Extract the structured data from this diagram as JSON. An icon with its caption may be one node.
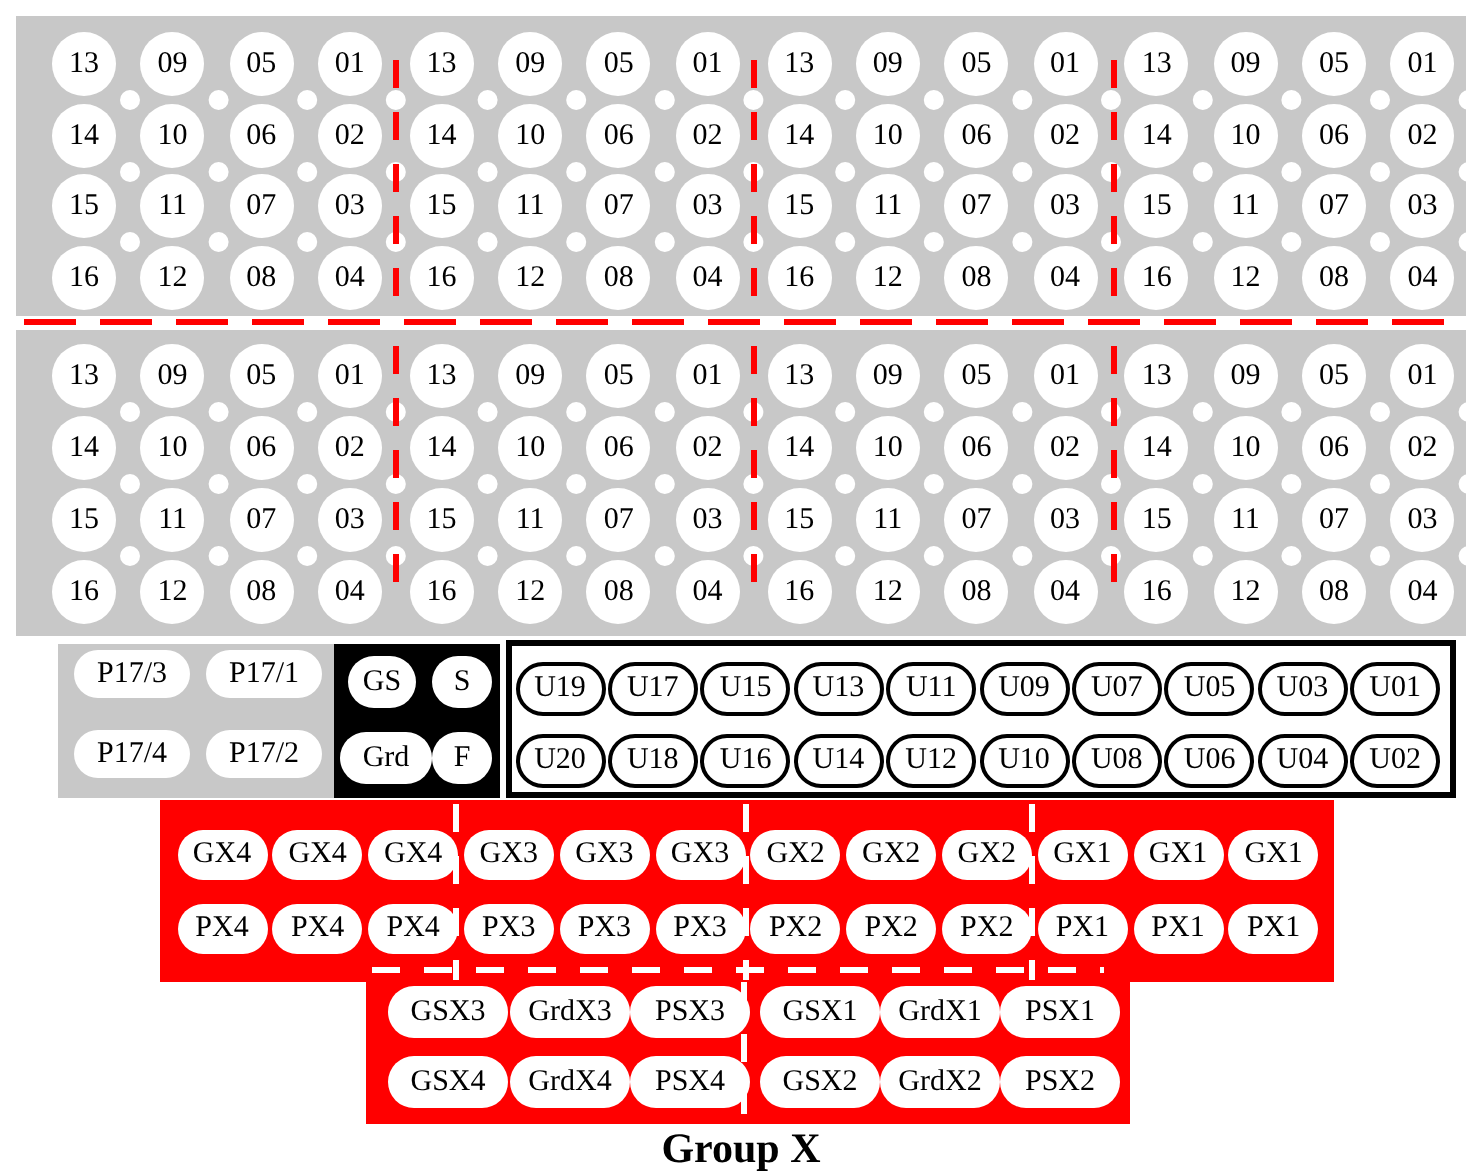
{
  "diagram": {
    "caption": "Group X",
    "nodes": [
      {
        "text": [],
        "shape": "box"
      },
      {
        "text": [
          "13"
        ],
        "in": 0
      },
      {
        "text": [
          "09"
        ],
        "in": 0
      },
      {
        "text": [
          "05"
        ],
        "in": 0
      },
      {
        "text": [
          "01"
        ],
        "in": 0
      },
      {
        "text": [
          "13"
        ],
        "in": 0
      },
      {
        "text": [
          "09"
        ],
        "in": 0
      },
      {
        "text": [
          "05"
        ],
        "in": 0
      },
      {
        "text": [
          "01"
        ],
        "in": 0
      },
      {
        "text": [
          "13"
        ],
        "in": 0
      },
      {
        "text": [
          "09"
        ],
        "in": 0
      },
      {
        "text": [
          "05"
        ],
        "in": 0
      },
      {
        "text": [
          "01"
        ],
        "in": 0
      },
      {
        "text": [
          "13"
        ],
        "in": 0
      },
      {
        "text": [
          "09"
        ],
        "in": 0
      },
      {
        "text": [
          "05"
        ],
        "in": 0
      },
      {
        "text": [
          "01"
        ],
        "in": 0
      },
      {
        "text": [
          "14"
        ],
        "in": 0
      },
      {
        "text": [
          "10"
        ],
        "in": 0
      },
      {
        "text": [
          "06"
        ],
        "in": 0
      },
      {
        "text": [
          "02"
        ],
        "in": 0
      },
      {
        "text": [
          "14"
        ],
        "in": 0
      },
      {
        "text": [
          "10"
        ],
        "in": 0
      },
      {
        "text": [
          "06"
        ],
        "in": 0
      },
      {
        "text": [
          "02"
        ],
        "in": 0
      },
      {
        "text": [
          "14"
        ],
        "in": 0
      },
      {
        "text": [
          "10"
        ],
        "in": 0
      },
      {
        "text": [
          "06"
        ],
        "in": 0
      },
      {
        "text": [
          "02"
        ],
        "in": 0
      },
      {
        "text": [
          "14"
        ],
        "in": 0
      },
      {
        "text": [
          "10"
        ],
        "in": 0
      },
      {
        "text": [
          "06"
        ],
        "in": 0
      },
      {
        "text": [
          "02"
        ],
        "in": 0
      },
      {
        "text": [
          "15"
        ],
        "in": 0
      },
      {
        "text": [
          "11"
        ],
        "in": 0
      },
      {
        "text": [
          "07"
        ],
        "in": 0
      },
      {
        "text": [
          "03"
        ],
        "in": 0
      },
      {
        "text": [
          "15"
        ],
        "in": 0
      },
      {
        "text": [
          "11"
        ],
        "in": 0
      },
      {
        "text": [
          "07"
        ],
        "in": 0
      },
      {
        "text": [
          "03"
        ],
        "in": 0
      },
      {
        "text": [
          "15"
        ],
        "in": 0
      },
      {
        "text": [
          "11"
        ],
        "in": 0
      },
      {
        "text": [
          "07"
        ],
        "in": 0
      },
      {
        "text": [
          "03"
        ],
        "in": 0
      },
      {
        "text": [
          "15"
        ],
        "in": 0
      },
      {
        "text": [
          "11"
        ],
        "in": 0
      },
      {
        "text": [
          "07"
        ],
        "in": 0
      },
      {
        "text": [
          "03"
        ],
        "in": 0
      },
      {
        "text": [
          "16"
        ],
        "in": 0
      },
      {
        "text": [
          "12"
        ],
        "in": 0
      },
      {
        "text": [
          "08"
        ],
        "in": 0
      },
      {
        "text": [
          "04"
        ],
        "in": 0
      },
      {
        "text": [
          "16"
        ],
        "in": 0
      },
      {
        "text": [
          "12"
        ],
        "in": 0
      },
      {
        "text": [
          "08"
        ],
        "in": 0
      },
      {
        "text": [
          "04"
        ],
        "in": 0
      },
      {
        "text": [
          "16"
        ],
        "in": 0
      },
      {
        "text": [
          "12"
        ],
        "in": 0
      },
      {
        "text": [
          "08"
        ],
        "in": 0
      },
      {
        "text": [
          "04"
        ],
        "in": 0
      },
      {
        "text": [
          "16"
        ],
        "in": 0
      },
      {
        "text": [
          "12"
        ],
        "in": 0
      },
      {
        "text": [
          "08"
        ],
        "in": 0
      },
      {
        "text": [
          "04"
        ],
        "in": 0
      },
      {
        "text": [],
        "shape": "box"
      },
      {
        "text": [
          "13"
        ],
        "in": 65
      },
      {
        "text": [
          "09"
        ],
        "in": 65
      },
      {
        "text": [
          "05"
        ],
        "in": 65
      },
      {
        "text": [
          "01"
        ],
        "in": 65
      },
      {
        "text": [
          "13"
        ],
        "in": 65
      },
      {
        "text": [
          "09"
        ],
        "in": 65
      },
      {
        "text": [
          "05"
        ],
        "in": 65
      },
      {
        "text": [
          "01"
        ],
        "in": 65
      },
      {
        "text": [
          "13"
        ],
        "in": 65
      },
      {
        "text": [
          "09"
        ],
        "in": 65
      },
      {
        "text": [
          "05"
        ],
        "in": 65
      },
      {
        "text": [
          "01"
        ],
        "in": 65
      },
      {
        "text": [
          "13"
        ],
        "in": 65
      },
      {
        "text": [
          "09"
        ],
        "in": 65
      },
      {
        "text": [
          "05"
        ],
        "in": 65
      },
      {
        "text": [
          "01"
        ],
        "in": 65
      },
      {
        "text": [
          "14"
        ],
        "in": 65
      },
      {
        "text": [
          "10"
        ],
        "in": 65
      },
      {
        "text": [
          "06"
        ],
        "in": 65
      },
      {
        "text": [
          "02"
        ],
        "in": 65
      },
      {
        "text": [
          "14"
        ],
        "in": 65
      },
      {
        "text": [
          "10"
        ],
        "in": 65
      },
      {
        "text": [
          "06"
        ],
        "in": 65
      },
      {
        "text": [
          "02"
        ],
        "in": 65
      },
      {
        "text": [
          "14"
        ],
        "in": 65
      },
      {
        "text": [
          "10"
        ],
        "in": 65
      },
      {
        "text": [
          "06"
        ],
        "in": 65
      },
      {
        "text": [
          "02"
        ],
        "in": 65
      },
      {
        "text": [
          "14"
        ],
        "in": 65
      },
      {
        "text": [
          "10"
        ],
        "in": 65
      },
      {
        "text": [
          "06"
        ],
        "in": 65
      },
      {
        "text": [
          "02"
        ],
        "in": 65
      },
      {
        "text": [
          "15"
        ],
        "in": 65
      },
      {
        "text": [
          "11"
        ],
        "in": 65
      },
      {
        "text": [
          "07"
        ],
        "in": 65
      },
      {
        "text": [
          "03"
        ],
        "in": 65
      },
      {
        "text": [
          "15"
        ],
        "in": 65
      },
      {
        "text": [
          "11"
        ],
        "in": 65
      },
      {
        "text": [
          "07"
        ],
        "in": 65
      },
      {
        "text": [
          "03"
        ],
        "in": 65
      },
      {
        "text": [
          "15"
        ],
        "in": 65
      },
      {
        "text": [
          "11"
        ],
        "in": 65
      },
      {
        "text": [
          "07"
        ],
        "in": 65
      },
      {
        "text": [
          "03"
        ],
        "in": 65
      },
      {
        "text": [
          "15"
        ],
        "in": 65
      },
      {
        "text": [
          "11"
        ],
        "in": 65
      },
      {
        "text": [
          "07"
        ],
        "in": 65
      },
      {
        "text": [
          "03"
        ],
        "in": 65
      },
      {
        "text": [
          "16"
        ],
        "in": 65
      },
      {
        "text": [
          "12"
        ],
        "in": 65
      },
      {
        "text": [
          "08"
        ],
        "in": 65
      },
      {
        "text": [
          "04"
        ],
        "in": 65
      },
      {
        "text": [
          "16"
        ],
        "in": 65
      },
      {
        "text": [
          "12"
        ],
        "in": 65
      },
      {
        "text": [
          "08"
        ],
        "in": 65
      },
      {
        "text": [
          "04"
        ],
        "in": 65
      },
      {
        "text": [
          "16"
        ],
        "in": 65
      },
      {
        "text": [
          "12"
        ],
        "in": 65
      },
      {
        "text": [
          "08"
        ],
        "in": 65
      },
      {
        "text": [
          "04"
        ],
        "in": 65
      },
      {
        "text": [
          "16"
        ],
        "in": 65
      },
      {
        "text": [
          "12"
        ],
        "in": 65
      },
      {
        "text": [
          "08"
        ],
        "in": 65
      },
      {
        "text": [
          "04"
        ],
        "in": 65
      },
      {
        "text": [],
        "shape": "box"
      },
      {
        "text": [
          "P17/3"
        ],
        "in": 130
      },
      {
        "text": [
          "P17/1"
        ],
        "in": 130
      },
      {
        "text": [
          "P17/4"
        ],
        "in": 130
      },
      {
        "text": [
          "P17/2"
        ],
        "in": 130
      },
      {
        "text": [],
        "shape": "box"
      },
      {
        "text": [
          "GS"
        ],
        "in": 135
      },
      {
        "text": [
          "S"
        ],
        "in": 135
      },
      {
        "text": [
          "Grd"
        ],
        "in": 135
      },
      {
        "text": [
          "F"
        ],
        "in": 135
      },
      {
        "text": [],
        "shape": "box"
      },
      {
        "text": [
          "U19"
        ],
        "in": 140
      },
      {
        "text": [
          "U17"
        ],
        "in": 140
      },
      {
        "text": [
          "U15"
        ],
        "in": 140
      },
      {
        "text": [
          "U13"
        ],
        "in": 140
      },
      {
        "text": [
          "U11"
        ],
        "in": 140
      },
      {
        "text": [
          "U09"
        ],
        "in": 140
      },
      {
        "text": [
          "U07"
        ],
        "in": 140
      },
      {
        "text": [
          "U05"
        ],
        "in": 140
      },
      {
        "text": [
          "U03"
        ],
        "in": 140
      },
      {
        "text": [
          "U01"
        ],
        "in": 140
      },
      {
        "text": [
          "U20"
        ],
        "in": 140
      },
      {
        "text": [
          "U18"
        ],
        "in": 140
      },
      {
        "text": [
          "U16"
        ],
        "in": 140
      },
      {
        "text": [
          "U14"
        ],
        "in": 140
      },
      {
        "text": [
          "U12"
        ],
        "in": 140
      },
      {
        "text": [
          "U10"
        ],
        "in": 140
      },
      {
        "text": [
          "U08"
        ],
        "in": 140
      },
      {
        "text": [
          "U06"
        ],
        "in": 140
      },
      {
        "text": [
          "U04"
        ],
        "in": 140
      },
      {
        "text": [
          "U02"
        ],
        "in": 140
      },
      {
        "text": [],
        "shape": "box"
      },
      {
        "text": [
          "GX4"
        ],
        "in": 161
      },
      {
        "text": [
          "GX4"
        ],
        "in": 161
      },
      {
        "text": [
          "GX4"
        ],
        "in": 161
      },
      {
        "text": [
          "GX3"
        ],
        "in": 161
      },
      {
        "text": [
          "GX3"
        ],
        "in": 161
      },
      {
        "text": [
          "GX3"
        ],
        "in": 161
      },
      {
        "text": [
          "GX2"
        ],
        "in": 161
      },
      {
        "text": [
          "GX2"
        ],
        "in": 161
      },
      {
        "text": [
          "GX2"
        ],
        "in": 161
      },
      {
        "text": [
          "GX1"
        ],
        "in": 161
      },
      {
        "text": [
          "GX1"
        ],
        "in": 161
      },
      {
        "text": [
          "GX1"
        ],
        "in": 161
      },
      {
        "text": [
          "PX4"
        ],
        "in": 161
      },
      {
        "text": [
          "PX4"
        ],
        "in": 161
      },
      {
        "text": [
          "PX4"
        ],
        "in": 161
      },
      {
        "text": [
          "PX3"
        ],
        "in": 161
      },
      {
        "text": [
          "PX3"
        ],
        "in": 161
      },
      {
        "text": [
          "PX3"
        ],
        "in": 161
      },
      {
        "text": [
          "PX2"
        ],
        "in": 161
      },
      {
        "text": [
          "PX2"
        ],
        "in": 161
      },
      {
        "text": [
          "PX2"
        ],
        "in": 161
      },
      {
        "text": [
          "PX1"
        ],
        "in": 161
      },
      {
        "text": [
          "PX1"
        ],
        "in": 161
      },
      {
        "text": [
          "PX1"
        ],
        "in": 161
      },
      {
        "text": [],
        "shape": "box"
      },
      {
        "text": [
          "GSX3"
        ],
        "in": 186
      },
      {
        "text": [
          "GrdX3"
        ],
        "in": 186
      },
      {
        "text": [
          "PSX3"
        ],
        "in": 186
      },
      {
        "text": [
          "GSX1"
        ],
        "in": 186
      },
      {
        "text": [
          "GrdX1"
        ],
        "in": 186
      },
      {
        "text": [
          "PSX1"
        ],
        "in": 186
      },
      {
        "text": [
          "GSX4"
        ],
        "in": 186
      },
      {
        "text": [
          "GrdX4"
        ],
        "in": 186
      },
      {
        "text": [
          "PSX4"
        ],
        "in": 186
      },
      {
        "text": [
          "GSX2"
        ],
        "in": 186
      },
      {
        "text": [
          "GrdX2"
        ],
        "in": 186
      },
      {
        "text": [
          "PSX2"
        ],
        "in": 186
      }
    ]
  }
}
